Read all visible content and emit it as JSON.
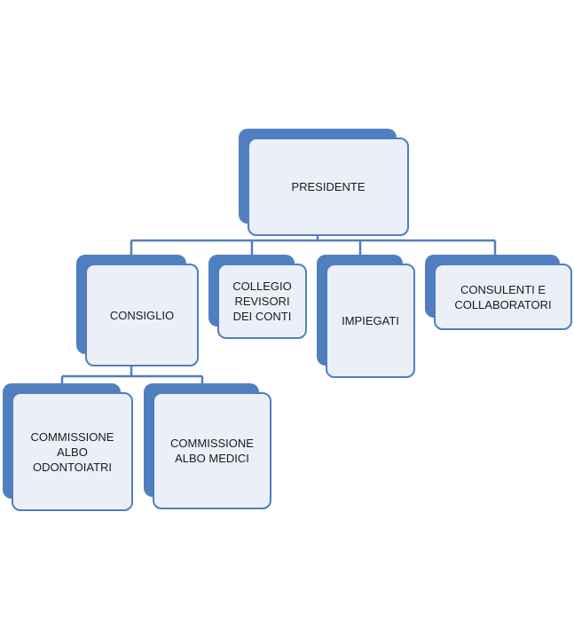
{
  "org_chart": {
    "nodes": {
      "presidente": {
        "label": "PRESIDENTE"
      },
      "consiglio": {
        "label": "CONSIGLIO"
      },
      "collegio": {
        "label": "COLLEGIO\nREVISORI\nDEI CONTI"
      },
      "impiegati": {
        "label": "IMPIEGATI"
      },
      "consulenti": {
        "label": "CONSULENTI E\nCOLLABORATORI"
      },
      "comm_odontoiatri": {
        "label": "COMMISSIONE\nALBO\nODONTOIATRI"
      },
      "comm_medici": {
        "label": "COMMISSIONE\nALBO MEDICI"
      }
    },
    "edges": [
      [
        "presidente",
        "consiglio"
      ],
      [
        "presidente",
        "collegio"
      ],
      [
        "presidente",
        "impiegati"
      ],
      [
        "presidente",
        "consulenti"
      ],
      [
        "consiglio",
        "comm_odontoiatri"
      ],
      [
        "consiglio",
        "comm_medici"
      ]
    ],
    "colors": {
      "accent": "#4f7fbf",
      "card_fill": "#ebf0f8",
      "text": "#1a1a1a"
    }
  }
}
